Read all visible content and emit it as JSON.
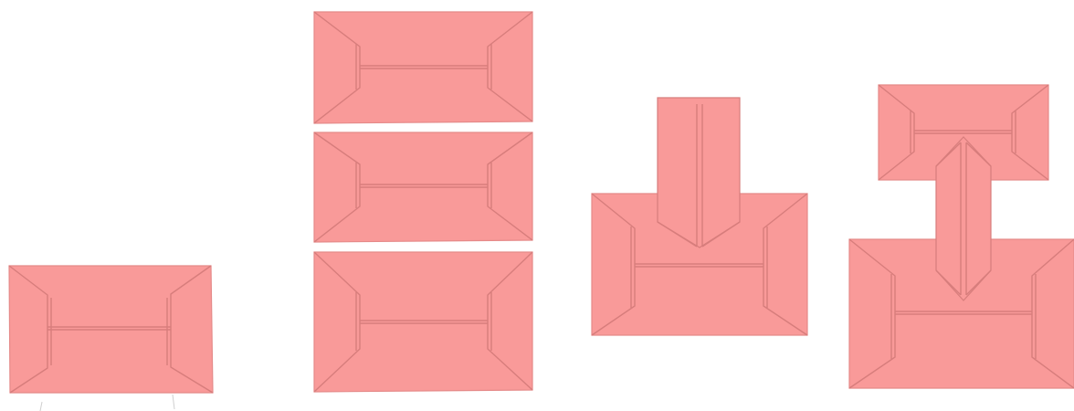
{
  "colors": {
    "background": "#ffffff",
    "panel_fill": "#f99a99",
    "ridge_line": "#d77d7c",
    "shadow_edge": "#e58a89"
  },
  "diagram": {
    "items": [
      {
        "id": "single-gable",
        "kind": "hip-roof"
      },
      {
        "id": "stack-top",
        "kind": "hip-roof"
      },
      {
        "id": "stack-middle",
        "kind": "hip-roof"
      },
      {
        "id": "stack-bottom",
        "kind": "hip-roof"
      },
      {
        "id": "t-shape-main",
        "kind": "hip-roof"
      },
      {
        "id": "t-shape-stem",
        "kind": "stem-roof"
      },
      {
        "id": "i-shape-top",
        "kind": "hip-roof"
      },
      {
        "id": "i-shape-stem",
        "kind": "stem-roof"
      },
      {
        "id": "i-shape-bottom",
        "kind": "hip-roof"
      }
    ]
  }
}
